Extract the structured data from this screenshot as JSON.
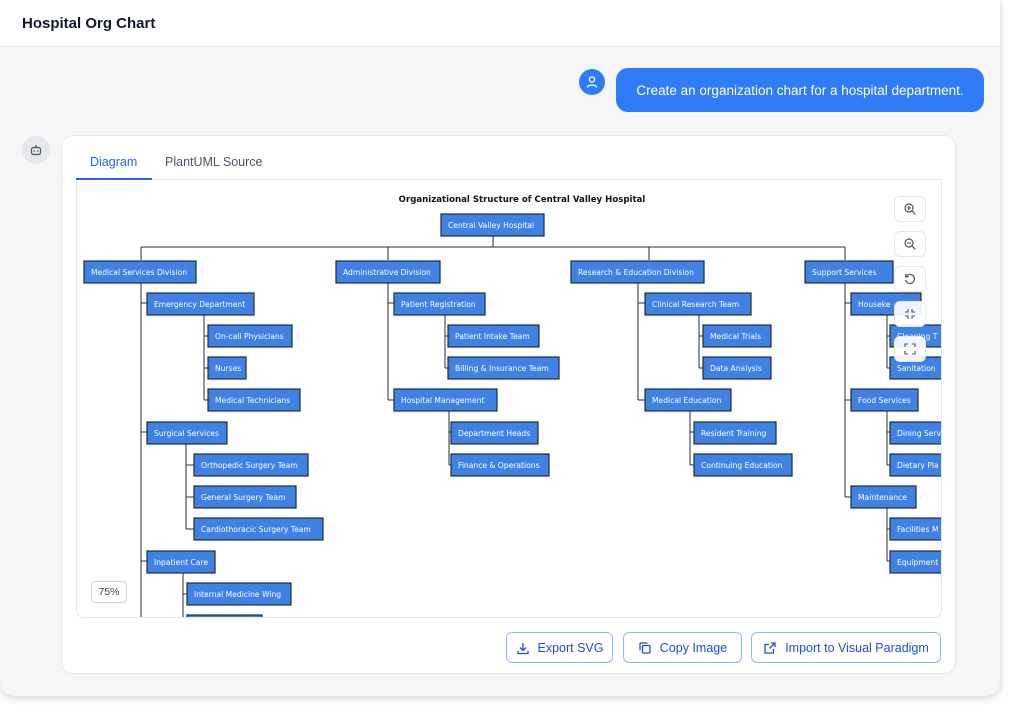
{
  "app": {
    "title": "Hospital Org Chart"
  },
  "chat": {
    "user_message": "Create an organization chart for a hospital department.",
    "user_avatar_icon": "user-icon",
    "bot_avatar_icon": "robot-icon"
  },
  "tabs": [
    {
      "label": "Diagram",
      "active": true
    },
    {
      "label": "PlantUML Source",
      "active": false
    }
  ],
  "viewer": {
    "zoom": "75%",
    "tools": [
      "zoom-in-icon",
      "zoom-out-icon",
      "reset-icon",
      "collapse-icon",
      "expand-icon"
    ]
  },
  "diagram": {
    "title": "Organizational Structure of Central Valley Hospital",
    "root": "Central Valley Hospital",
    "divisions": [
      {
        "name": "Medical Services Division",
        "departments": [
          {
            "name": "Emergency Department",
            "teams": [
              "On-call Physicians",
              "Nurses",
              "Medical Technicians"
            ]
          },
          {
            "name": "Surgical Services",
            "teams": [
              "Orthopedic Surgery Team",
              "General Surgery Team",
              "Cardiothoracic Surgery Team"
            ]
          },
          {
            "name": "Inpatient Care",
            "teams": [
              "Internal Medicine Wing"
            ]
          }
        ]
      },
      {
        "name": "Administrative Division",
        "departments": [
          {
            "name": "Patient Registration",
            "teams": [
              "Patient Intake Team",
              "Billing & Insurance Team"
            ]
          },
          {
            "name": "Hospital Management",
            "teams": [
              "Department Heads",
              "Finance & Operations"
            ]
          }
        ]
      },
      {
        "name": "Research & Education Division",
        "departments": [
          {
            "name": "Clinical Research Team",
            "teams": [
              "Medical Trials",
              "Data Analysis"
            ]
          },
          {
            "name": "Medical Education",
            "teams": [
              "Resident Training",
              "Continuing Education"
            ]
          }
        ]
      },
      {
        "name": "Support Services",
        "departments": [
          {
            "name": "Houseke",
            "teams": [
              "Cleaning T",
              "Sanitation"
            ]
          },
          {
            "name": "Food Services",
            "teams": [
              "Dining Serv",
              "Dietary Pla"
            ]
          },
          {
            "name": "Maintenance",
            "teams": [
              "Facilities M",
              "Equipment"
            ]
          }
        ]
      }
    ]
  },
  "actions": {
    "export_svg": "Export SVG",
    "copy_image": "Copy Image",
    "import_vp": "Import to Visual Paradigm"
  },
  "colors": {
    "accent": "#2f7cf6",
    "node_fill": "#3f82e3",
    "node_border": "#1f2d3d"
  }
}
